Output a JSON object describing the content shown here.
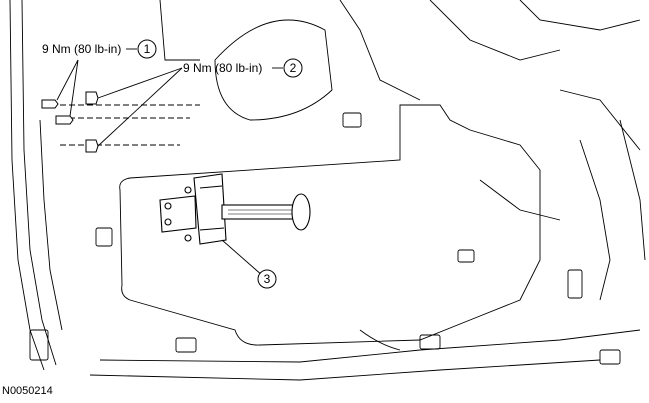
{
  "callouts": [
    {
      "number": "1",
      "torque": "9 Nm (80 lb-in)"
    },
    {
      "number": "2",
      "torque": "9 Nm (80 lb-in)"
    },
    {
      "number": "3"
    }
  ],
  "figure_id": "N0050214",
  "colors": {
    "line": "#000000",
    "background": "#ffffff"
  }
}
